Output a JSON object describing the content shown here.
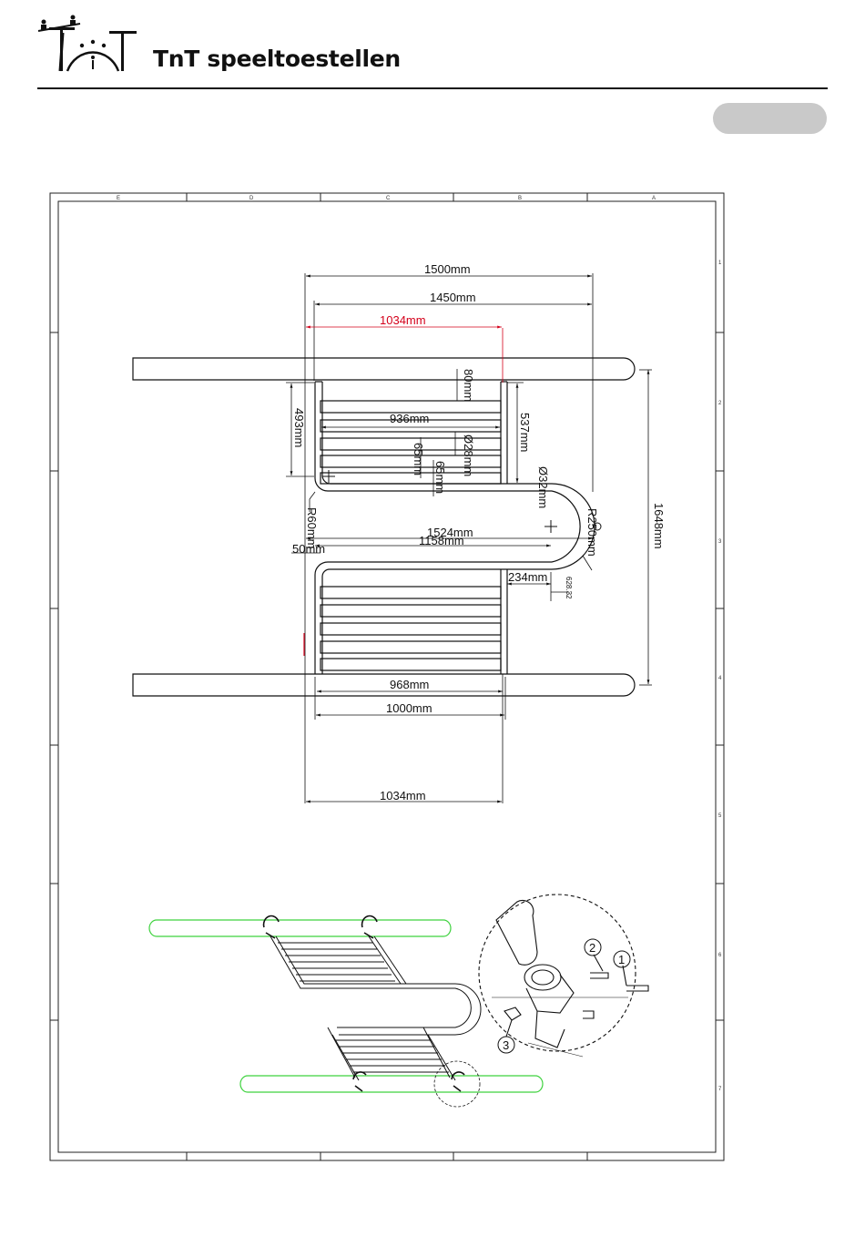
{
  "brand": {
    "name": "TnT speeltoestellen"
  },
  "dimensions": {
    "w1500": "1500mm",
    "w1450": "1450mm",
    "w1034_top": "1034mm",
    "h80": "80mm",
    "h493": "493mm",
    "w936": "936mm",
    "d28": "Ø28mm",
    "h537": "537mm",
    "h65a": "65mm",
    "h65b": "65mm",
    "d32": "Ø32mm",
    "r60": "R60mm",
    "r250": "R250mm",
    "h1648": "1648mm",
    "w1524": "1524mm",
    "w1158": "1158mm",
    "w50": "50mm",
    "w234": "234mm",
    "s628": "628.32",
    "w968": "968mm",
    "w1000": "1000mm",
    "w1034_bottom": "1034mm"
  },
  "frame": {
    "columns": [
      "E",
      "D",
      "C",
      "B",
      "A"
    ],
    "rows": [
      "1",
      "2",
      "3",
      "4",
      "5",
      "6",
      "7"
    ]
  },
  "callouts": [
    "1",
    "2",
    "3"
  ],
  "colors": {
    "highlight_red": "#d4001a",
    "pole_green": "#3fd23f",
    "pill": "#c9c9c9"
  }
}
